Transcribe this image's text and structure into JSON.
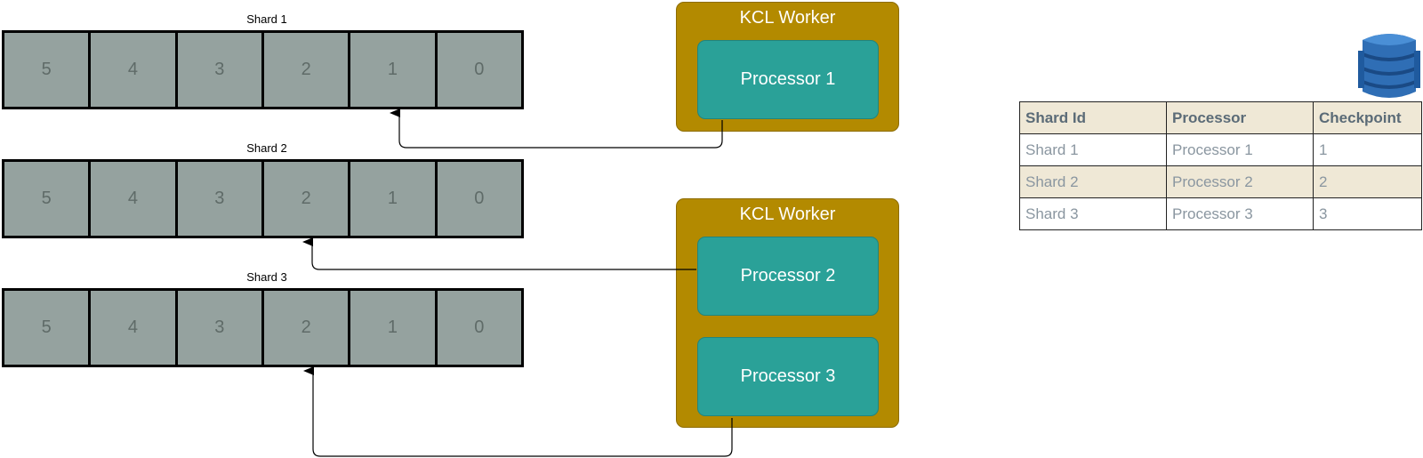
{
  "shards": [
    {
      "label": "Shard 1",
      "cells": [
        "5",
        "4",
        "3",
        "2",
        "1",
        "0"
      ]
    },
    {
      "label": "Shard 2",
      "cells": [
        "5",
        "4",
        "3",
        "2",
        "1",
        "0"
      ]
    },
    {
      "label": "Shard 3",
      "cells": [
        "5",
        "4",
        "3",
        "2",
        "1",
        "0"
      ]
    }
  ],
  "workers": [
    {
      "title": "KCL Worker",
      "processors": [
        "Processor 1"
      ]
    },
    {
      "title": "KCL Worker",
      "processors": [
        "Processor 2",
        "Processor 3"
      ]
    }
  ],
  "checkpoint_table": {
    "headers": [
      "Shard Id",
      "Processor",
      "Checkpoint"
    ],
    "rows": [
      [
        "Shard 1",
        "Processor 1",
        "1"
      ],
      [
        "Shard 2",
        "Processor 2",
        "2"
      ],
      [
        "Shard 3",
        "Processor 3",
        "3"
      ]
    ]
  },
  "icons": {
    "database": "dynamodb-database-icon"
  },
  "colors": {
    "cell_fill": "#95a29f",
    "worker_fill": "#b38a00",
    "processor_fill": "#2aa198",
    "table_header_fill": "#efe8d6",
    "db_icon": "#2f6eb5"
  }
}
